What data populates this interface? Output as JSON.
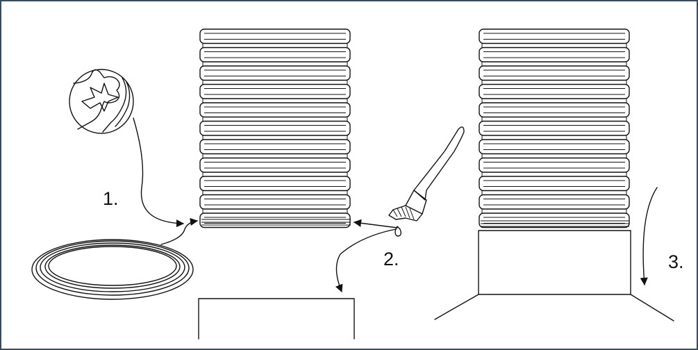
{
  "steps": {
    "step1": "1.",
    "step2": "2.",
    "step3": "3."
  },
  "icons": [
    "seal-profile-detail-icon",
    "sealing-ring-icon",
    "brush-icon",
    "corrugated-pipe-icon",
    "socket-icon"
  ],
  "colors": {
    "line": "#111111",
    "frame": "#3a4a5a",
    "background": "#ffffff"
  }
}
